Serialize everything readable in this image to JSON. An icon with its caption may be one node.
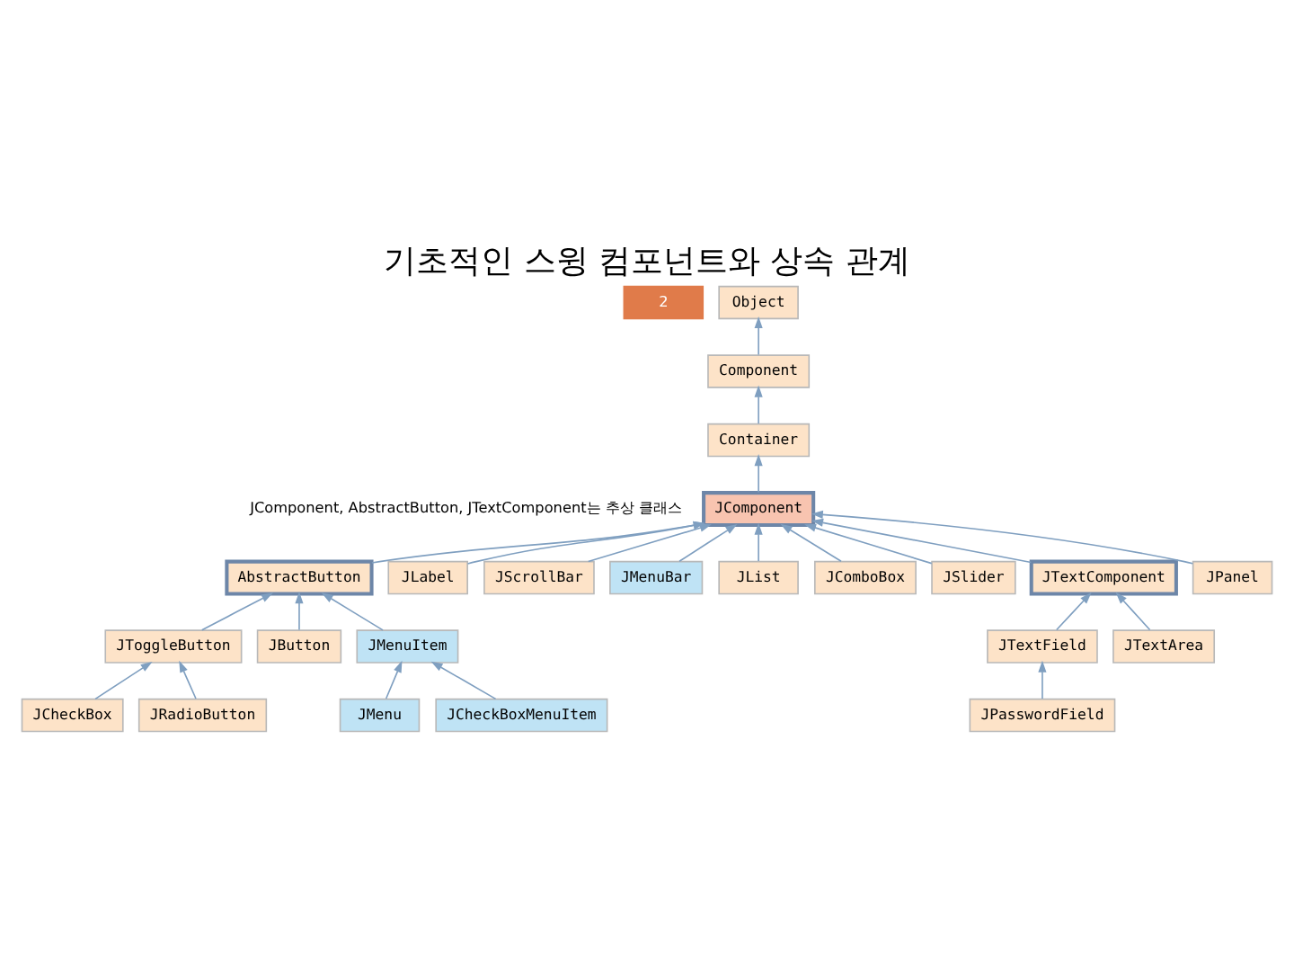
{
  "diagram": {
    "title": "기초적인 스윙 컴포넌트와 상속 관계",
    "nodes": [
      {
        "text": [
          "Object"
        ]
      },
      {
        "text": [
          "Component"
        ]
      },
      {
        "text": [
          "Container"
        ]
      },
      {
        "text": [
          "JComponent"
        ]
      },
      {
        "text": [
          "AbstractButton"
        ]
      },
      {
        "text": [
          "JLabel"
        ]
      },
      {
        "text": [
          "JScrollBar"
        ]
      },
      {
        "text": [
          "JMenuBar"
        ]
      },
      {
        "text": [
          "JList"
        ]
      },
      {
        "text": [
          "JComboBox"
        ]
      },
      {
        "text": [
          "JSlider"
        ]
      },
      {
        "text": [
          "JTextComponent"
        ]
      },
      {
        "text": [
          "JToggleButton"
        ]
      },
      {
        "text": [
          "JButton"
        ]
      },
      {
        "text": [
          "JMenuItem"
        ]
      },
      {
        "text": [
          "JPanel"
        ]
      },
      {
        "text": [
          "JTextField"
        ]
      },
      {
        "text": [
          "JTextArea"
        ]
      },
      {
        "text": [
          "JCheckBox"
        ]
      },
      {
        "text": [
          "JRadioButton"
        ]
      },
      {
        "text": [
          "JMenu"
        ]
      },
      {
        "text": [
          "JCheckBoxMenuItem"
        ]
      },
      {
        "text": [
          "JPasswordField"
        ]
      }
    ],
    "edges": [
      {
        "from": 1,
        "to": 0,
        "arrow": "to"
      },
      {
        "from": 2,
        "to": 1,
        "arrow": "to"
      },
      {
        "from": 3,
        "to": 2,
        "arrow": "to"
      },
      {
        "from": 4,
        "to": 3,
        "arrow": "to"
      },
      {
        "from": 5,
        "to": 3,
        "arrow": "to"
      },
      {
        "from": 6,
        "to": 3,
        "arrow": "to"
      },
      {
        "from": 7,
        "to": 3,
        "arrow": "to"
      },
      {
        "from": 8,
        "to": 3,
        "arrow": "to"
      },
      {
        "from": 15,
        "to": 3,
        "arrow": "to"
      },
      {
        "from": 9,
        "to": 3,
        "arrow": "to"
      },
      {
        "from": 10,
        "to": 3,
        "arrow": "to"
      },
      {
        "from": 11,
        "to": 3,
        "arrow": "to"
      },
      {
        "from": 12,
        "to": 4,
        "arrow": "to"
      },
      {
        "from": 13,
        "to": 4,
        "arrow": "to"
      },
      {
        "from": 14,
        "to": 4,
        "arrow": "to"
      },
      {
        "from": 16,
        "to": 11,
        "arrow": "to"
      },
      {
        "from": 17,
        "to": 11,
        "arrow": "to"
      },
      {
        "from": 18,
        "to": 12,
        "arrow": "to"
      },
      {
        "from": 19,
        "to": 12,
        "arrow": "to"
      },
      {
        "from": 20,
        "to": 14,
        "arrow": "to"
      },
      {
        "from": 21,
        "to": 14,
        "arrow": "to"
      },
      {
        "from": 22,
        "to": 16,
        "arrow": "to"
      }
    ],
    "labels": [
      "2",
      "JComponent, AbstractButton, JTextComponent는 추상 클래스"
    ]
  }
}
